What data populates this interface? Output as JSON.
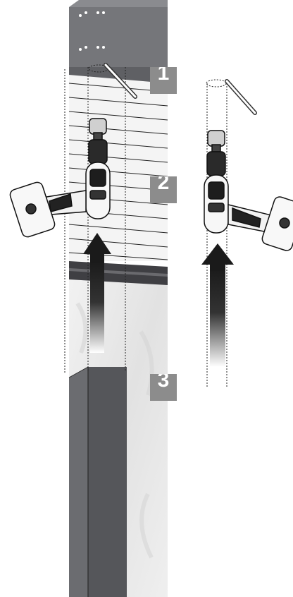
{
  "steps": [
    "1",
    "2",
    "3"
  ],
  "icons": {
    "drill": "cordless-drill-icon",
    "screw": "screw-icon",
    "arrow": "up-arrow-icon"
  },
  "colors": {
    "post": "#6b6c70",
    "post_dark": "#55565a",
    "cap": "#75767a",
    "wall": "#ececec",
    "badge": "#8c8c8c",
    "arrow": "#1a1a1a"
  }
}
